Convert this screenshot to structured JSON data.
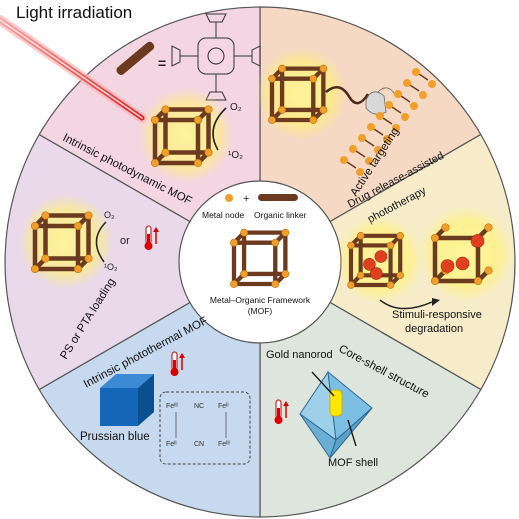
{
  "header": {
    "light_label": "Light irradiation"
  },
  "center": {
    "metal_node_label": "Metal node",
    "plus": "+",
    "organic_linker_label": "Organic linker",
    "framework_line1": "Metal–Organic Framework",
    "framework_line2": "(MOF)"
  },
  "segments": {
    "pdt": {
      "label": "Intrinsic photodynamic MOF",
      "equals": "=",
      "o2": "O₂",
      "singlet_o2": "¹O₂"
    },
    "targeting": {
      "label": "Active targeting"
    },
    "drug": {
      "label_line1": "Drug release-assisted",
      "label_line2": "phototherapy",
      "stimuli_line1": "Stimuli-responsive",
      "stimuli_line2": "degradation"
    },
    "coreshell": {
      "label": "Core-shell structure",
      "gold_label": "Gold nanorod",
      "shell_label": "MOF shell"
    },
    "ptt": {
      "label": "Intrinsic photothermal MOF",
      "prussian_label": "Prussian blue",
      "fe_iii": "Feᴵᴵᴵ",
      "fe_ii": "Feᴵᴵ",
      "nc": "NC",
      "cn": "CN"
    },
    "loading": {
      "label": "PS or PTA loading",
      "o2": "O₂",
      "or": "or",
      "singlet_o2": "¹O₂"
    }
  },
  "colors": {
    "pdt": "#f4d6e3",
    "targeting": "#f6d9c4",
    "drug": "#f7ecc9",
    "coreshell": "#dde5dd",
    "ptt": "#c6d9ee",
    "loading": "#ead9ea",
    "node": "#f0a02a",
    "linker": "#6b3a1f",
    "glow": "#fff36a",
    "laser": "#e23a3a"
  }
}
